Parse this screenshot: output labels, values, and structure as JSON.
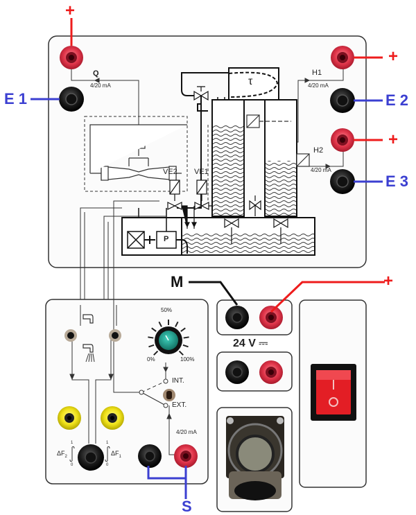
{
  "annotations": {
    "plus": "+",
    "e1": "E 1",
    "e2": "E 2",
    "e3": "E 3",
    "m": "M",
    "s": "S"
  },
  "diagram": {
    "q_label": "Q",
    "h1_label": "H1",
    "h2_label": "H2",
    "signal": "4/20 mA",
    "tau": "τ",
    "ve1": "VE1",
    "ve2": "VE2",
    "pump": "P"
  },
  "control": {
    "knob_top": "50%",
    "knob_left": "0%",
    "knob_right": "100%",
    "int": "INT.",
    "ext": "EXT.",
    "signal": "4/20 mA",
    "df2": "ΔF",
    "df2_sub": "2",
    "df1": "ΔF",
    "df1_sub": "1",
    "scale_top": "1",
    "scale_bottom": "0"
  },
  "power": {
    "voltage": "24 V",
    "dc_symbol": "⎓",
    "switch_on": "I",
    "switch_off": "O"
  },
  "colors": {
    "annotation_blue": "#3b3fd1",
    "annotation_red": "#ee1c1c",
    "socket_red": "#e8374a",
    "socket_black": "#1a1a1a",
    "socket_yellow": "#f2ea1c",
    "knob": "#1fa090",
    "rocker": "#e31e25"
  }
}
